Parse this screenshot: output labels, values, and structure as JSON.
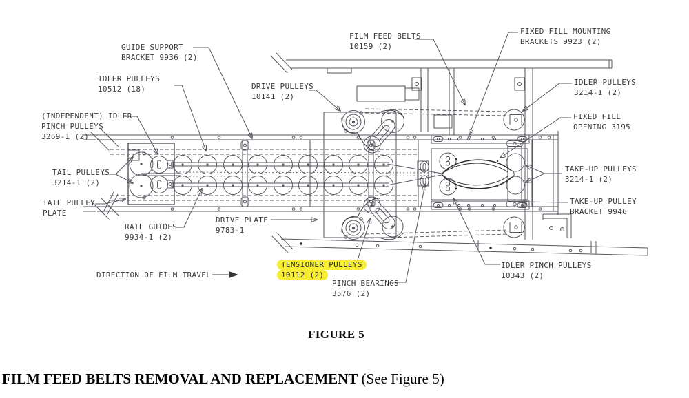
{
  "figure": {
    "caption": "FIGURE 5",
    "heading_bold": "FILM FEED BELTS REMOVAL AND REPLACEMENT",
    "heading_note": " (See Figure 5)"
  },
  "colors": {
    "highlight": "#f6ec35",
    "line": "#55565e",
    "label_text": "#3a3b3f"
  },
  "labels": {
    "guide_support": {
      "line1": "GUIDE SUPPORT",
      "line2": "BRACKET 9936 (2)"
    },
    "idler_pulleys_left": {
      "line1": "IDLER PULLEYS",
      "line2": "10512 (18)"
    },
    "independent_idler": {
      "line1": "(INDEPENDENT) IDLER",
      "line2": "PINCH PULLEYS",
      "line3": "3269-1 (2)"
    },
    "tail_pulleys": {
      "line1": "TAIL PULLEYS",
      "line2": "3214-1 (2)"
    },
    "tail_pulley_plate": {
      "line1": "TAIL PULLEY",
      "line2": "PLATE"
    },
    "rail_guides": {
      "line1": "RAIL GUIDES",
      "line2": "9934-1 (2)"
    },
    "drive_pulleys": {
      "line1": "DRIVE PULLEYS",
      "line2": "10141 (2)"
    },
    "drive_plate": {
      "line1": "DRIVE PLATE",
      "line2": "9783-1"
    },
    "film_feed_belts": {
      "line1": "FILM FEED BELTS",
      "line2": "10159 (2)"
    },
    "fixed_fill_mounting": {
      "line1": "FIXED FILL MOUNTING",
      "line2": "BRACKETS 9923 (2)"
    },
    "idler_pulleys_right": {
      "line1": "IDLER PULLEYS",
      "line2": "3214-1 (2)"
    },
    "fixed_fill_opening": {
      "line1": "FIXED FILL",
      "line2": "OPENING 3195"
    },
    "take_up_pulleys": {
      "line1": "TAKE-UP PULLEYS",
      "line2": "3214-1 (2)"
    },
    "take_up_pulley_bracket": {
      "line1": "TAKE-UP PULLEY",
      "line2": "BRACKET 9946"
    },
    "idler_pinch_pulleys": {
      "line1": "IDLER PINCH PULLEYS",
      "line2": "10343 (2)"
    },
    "tensioner_pulleys": {
      "line1": "TENSIONER PULLEYS",
      "line2": "10112 (2)"
    },
    "pinch_bearings": {
      "line1": "PINCH BEARINGS",
      "line2": "3576 (2)"
    },
    "direction_of_film_travel": {
      "line1": "DIRECTION OF FILM TRAVEL"
    }
  }
}
